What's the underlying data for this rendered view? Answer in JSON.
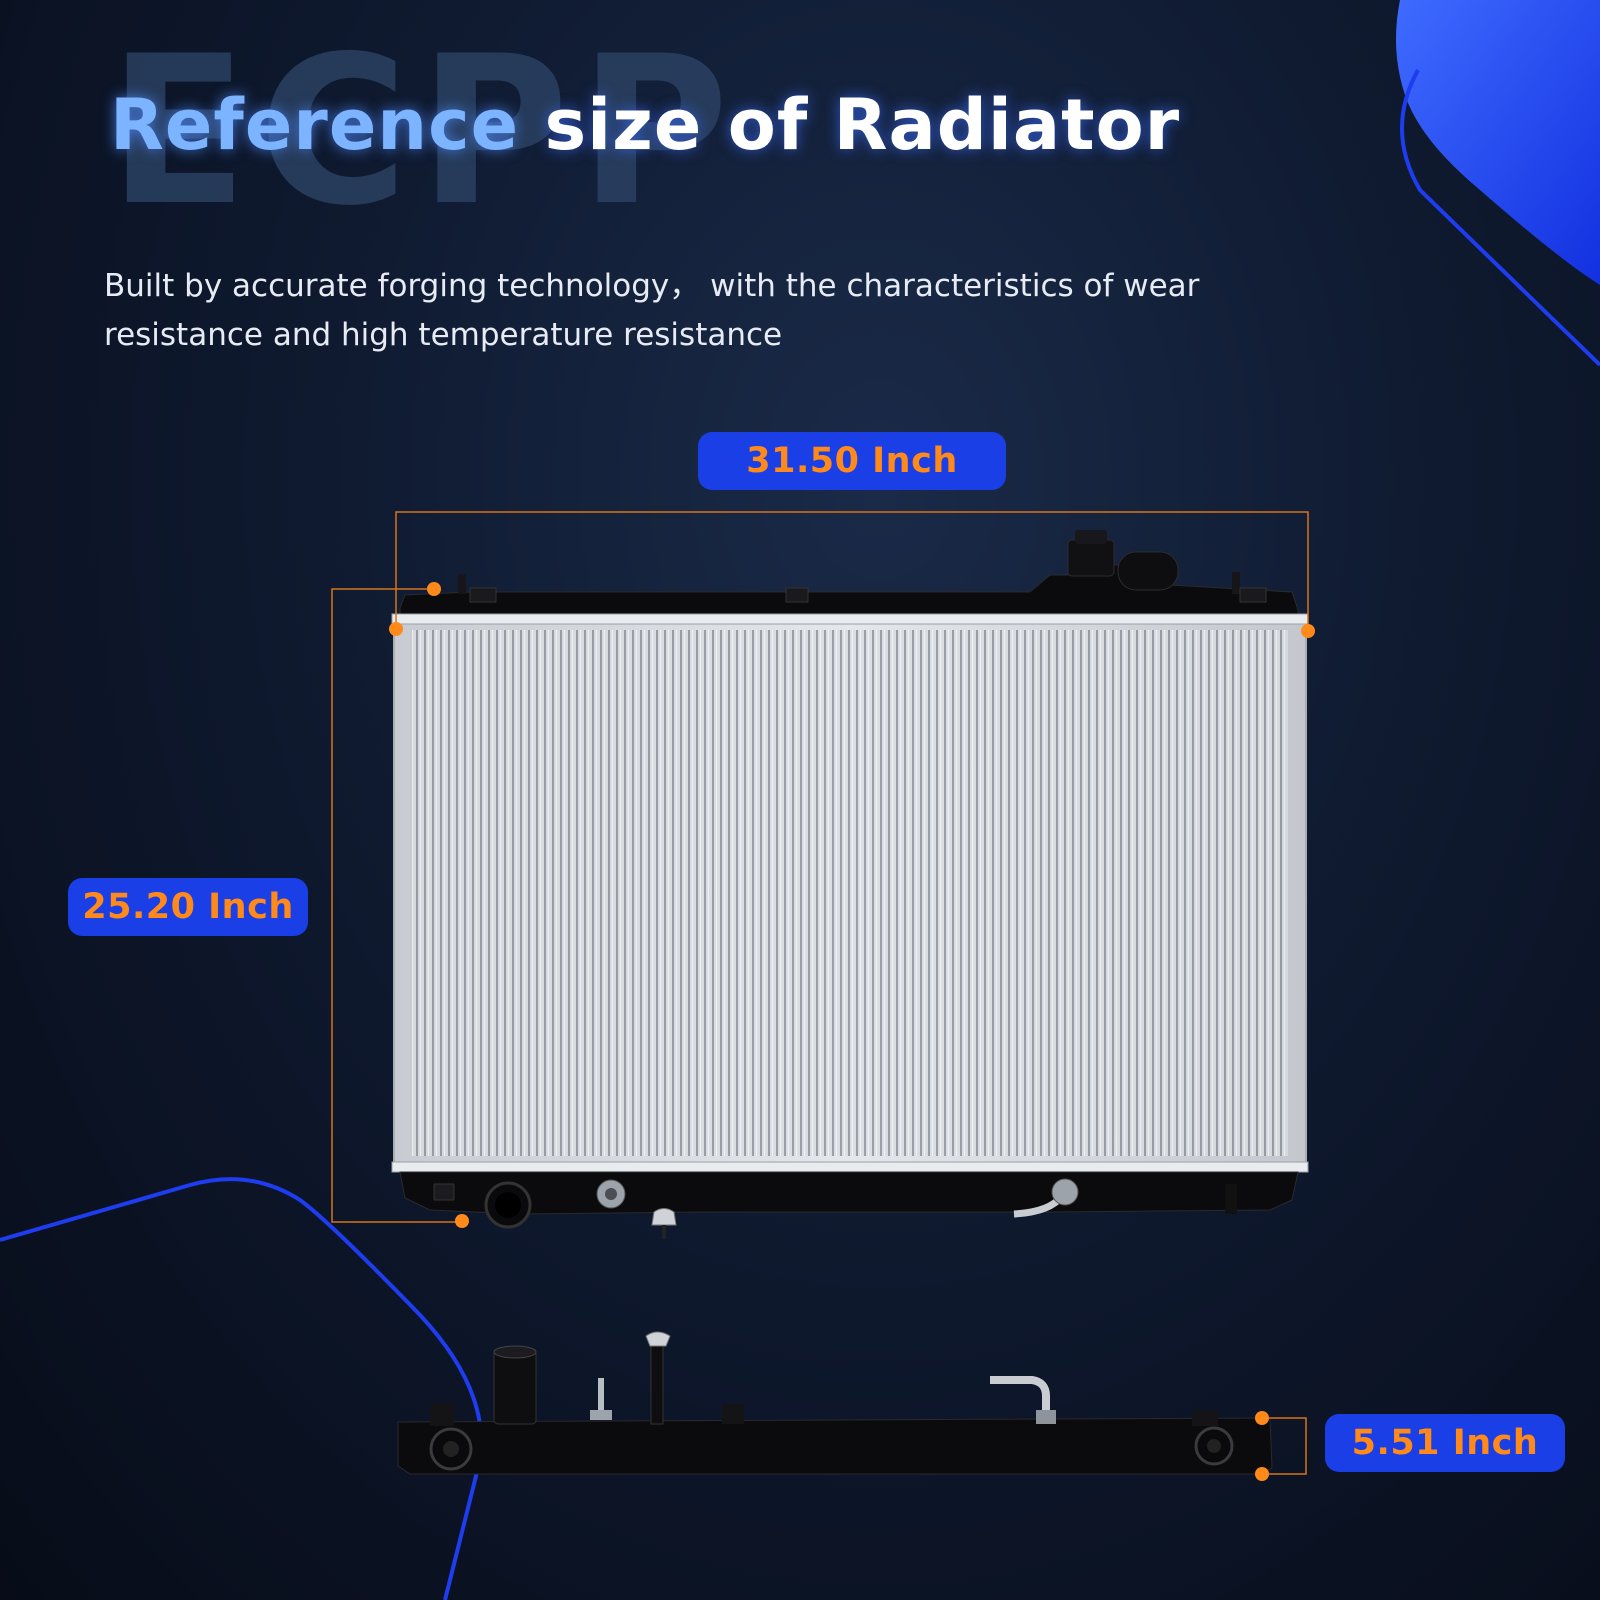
{
  "watermark": "ECPP",
  "title": {
    "highlight": "Reference",
    "rest": "size of Radiator"
  },
  "subtitle": "Built by accurate forging technology， with the characteristics of wear resistance and high temperature resistance",
  "dimensions": {
    "width": "31.50 Inch",
    "height": "25.20 Inch",
    "depth": "5.51 Inch"
  },
  "colors": {
    "accent_blue": "#1b3fe6",
    "accent_orange": "#ff8a1a",
    "title_highlight": "#7db4ff",
    "background": "#0f1a30"
  }
}
